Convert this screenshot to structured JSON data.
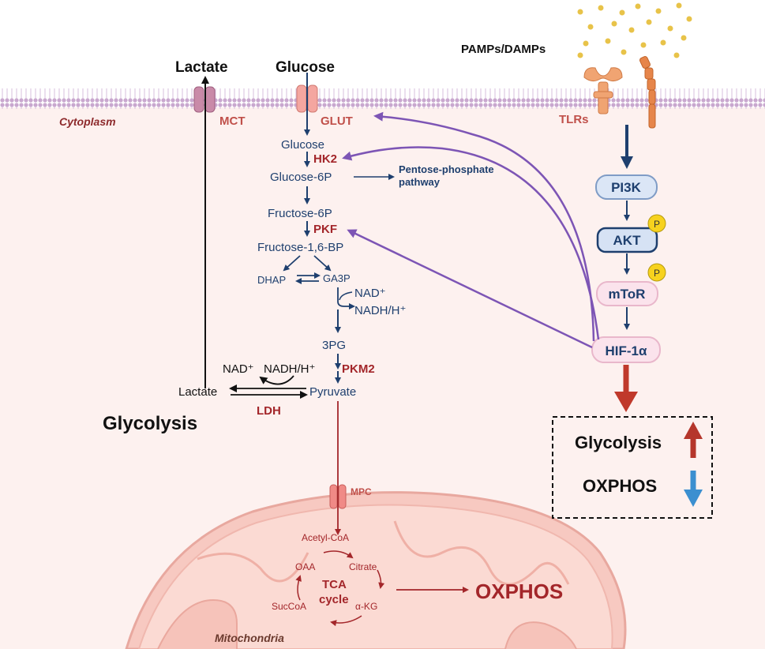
{
  "labels": {
    "pamps": "PAMPs/DAMPs",
    "lactate_top": "Lactate",
    "glucose_top": "Glucose",
    "cytoplasm": "Cytoplasm",
    "mct": "MCT",
    "glut": "GLUT",
    "tlrs": "TLRs"
  },
  "glycolysis": {
    "glucose": "Glucose",
    "hk2": "HK2",
    "g6p": "Glucose-6P",
    "ppp_line1": "Pentose-phosphate",
    "ppp_line2": "pathway",
    "f6p": "Fructose-6P",
    "pkf": "PKF",
    "f16bp": "Fructose-1,6-BP",
    "dhap": "DHAP",
    "ga3p": "GA3P",
    "nad": "NAD⁺",
    "nadh": "NADH/H⁺",
    "pg3": "3PG",
    "pkm2": "PKM2",
    "nad2": "NAD⁺",
    "nadh2": "NADH/H⁺",
    "lactate": "Lactate",
    "pyruvate": "Pyruvate",
    "ldh": "LDH",
    "title": "Glycolysis"
  },
  "signaling": {
    "pi3k": "PI3K",
    "akt": "AKT",
    "mtor": "mToR",
    "hif": "HIF-1α",
    "phospho": "P",
    "box_glycolysis": "Glycolysis",
    "box_oxphos": "OXPHOS"
  },
  "mito": {
    "mpc": "MPC",
    "acetyl": "Acetyl-CoA",
    "oaa": "OAA",
    "citrate": "Citrate",
    "tca1": "TCA",
    "tca2": "cycle",
    "succoa": "SucCoA",
    "akg": "α-KG",
    "oxphos": "OXPHOS",
    "label": "Mitochondria"
  },
  "colors": {
    "navy": "#1e3f6e",
    "red": "#a3262a",
    "purple": "#7d55b5",
    "membrane": "#bfa0c6",
    "cytoplasm_bg": "#fdf1ef"
  }
}
